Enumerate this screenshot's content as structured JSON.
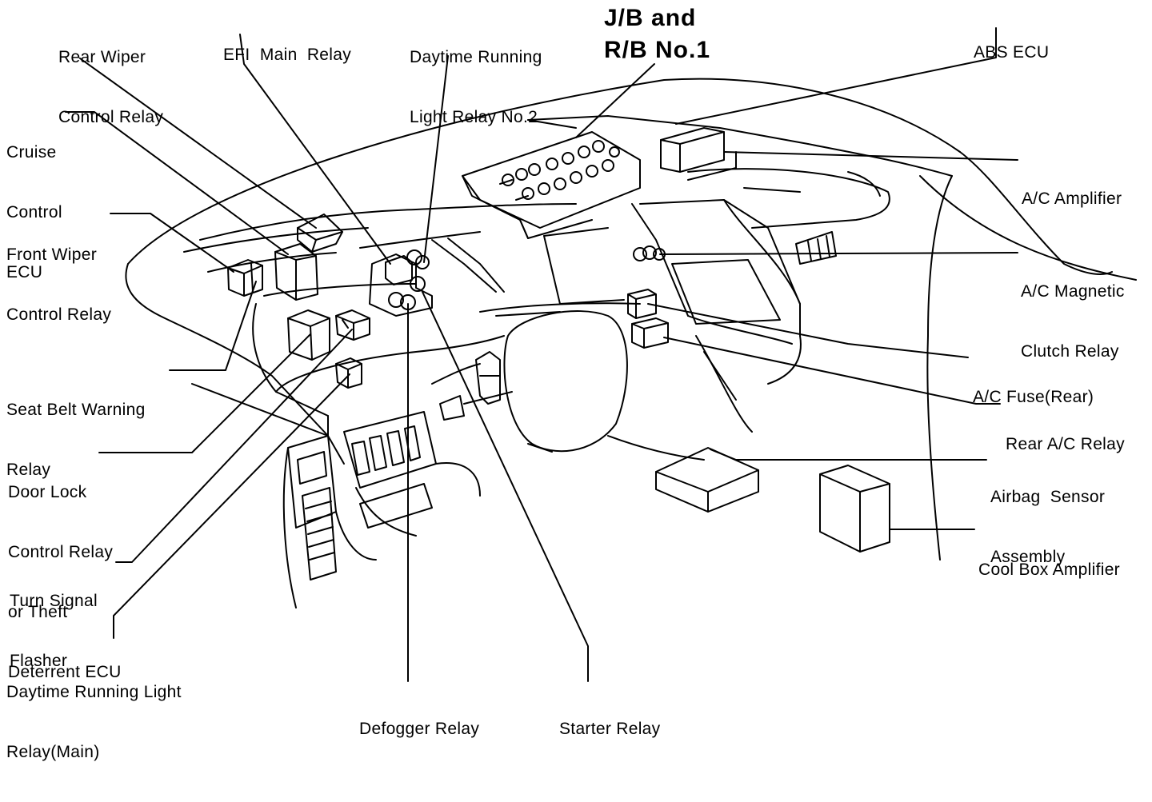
{
  "title": {
    "line1": "J/B and",
    "line2": "R/B No.1"
  },
  "labels": {
    "rear_wiper": [
      "Rear Wiper",
      "Control Relay"
    ],
    "efi_main": [
      "EFI  Main  Relay"
    ],
    "drl_no2": [
      "Daytime Running",
      "Light Relay No.2"
    ],
    "abs_ecu": [
      "ABS ECU"
    ],
    "cruise": [
      "Cruise",
      "Control",
      "ECU"
    ],
    "front_wiper": [
      "Front Wiper",
      "Control Relay"
    ],
    "ac_amplifier": [
      "A/C Amplifier"
    ],
    "ac_magnetic": [
      "A/C Magnetic",
      "Clutch Relay"
    ],
    "seat_belt": [
      "Seat Belt Warning",
      "Relay"
    ],
    "ac_fuse": [
      "A/C Fuse(Rear)"
    ],
    "rear_ac": [
      "Rear A/C Relay"
    ],
    "door_lock": [
      "Door Lock",
      "Control Relay",
      "or Theft",
      "Deterrent ECU"
    ],
    "airbag": [
      "Airbag  Sensor",
      "Assembly"
    ],
    "cool_box": [
      "Cool Box Amplifier"
    ],
    "turn_signal": [
      "Turn Signal",
      "Flasher"
    ],
    "drl_main": [
      "Daytime Running Light",
      "Relay(Main)"
    ],
    "defogger": [
      "Defogger Relay"
    ],
    "starter": [
      "Starter Relay"
    ]
  }
}
